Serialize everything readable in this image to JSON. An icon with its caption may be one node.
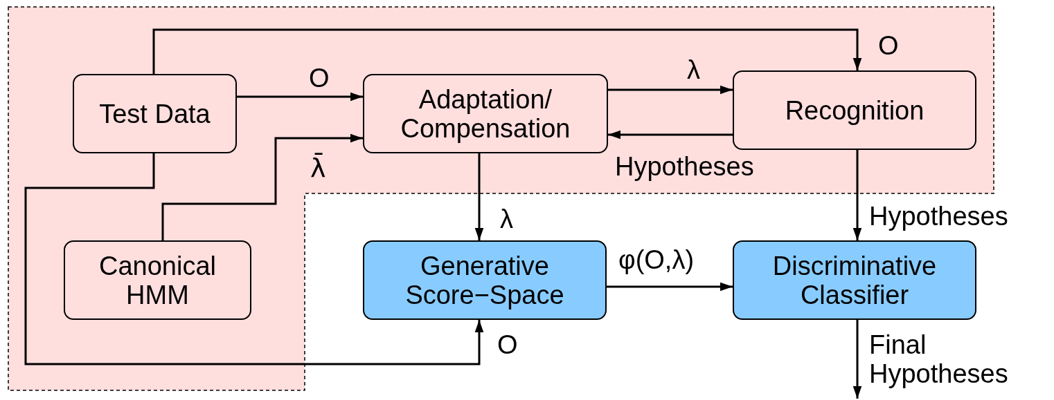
{
  "diagram": {
    "nodes": [
      {
        "text": [
          "Test Data"
        ]
      },
      {
        "text": [
          "Adaptation/ Compensation"
        ]
      },
      {
        "text": [
          "Recognition"
        ]
      },
      {
        "text": [
          "Canonical HMM"
        ]
      },
      {
        "text": [
          "Generative Score−Space"
        ]
      },
      {
        "text": [
          "Discriminative Classifier"
        ]
      }
    ],
    "edges": [
      {
        "from": 0,
        "to": 2,
        "arrow": "to",
        "label": "O"
      },
      {
        "from": 0,
        "to": 1,
        "arrow": "to",
        "label": "O"
      },
      {
        "from": 3,
        "to": 1,
        "arrow": "to",
        "label": "λ̄"
      },
      {
        "from": 1,
        "to": 2,
        "arrow": "to",
        "label": "λ"
      },
      {
        "from": 2,
        "to": 1,
        "arrow": "to",
        "label": "Hypotheses"
      },
      {
        "from": 1,
        "to": 4,
        "arrow": "to",
        "label": "λ"
      },
      {
        "from": 0,
        "to": 4,
        "arrow": "to",
        "label": "O"
      },
      {
        "from": 2,
        "to": 5,
        "arrow": "to",
        "label": "Hypotheses"
      },
      {
        "from": 4,
        "to": 5,
        "arrow": "to",
        "label": "φ(O,λ)"
      },
      {
        "from": 5,
        "to": null,
        "arrow": "to",
        "label": "Final Hypotheses"
      }
    ]
  }
}
